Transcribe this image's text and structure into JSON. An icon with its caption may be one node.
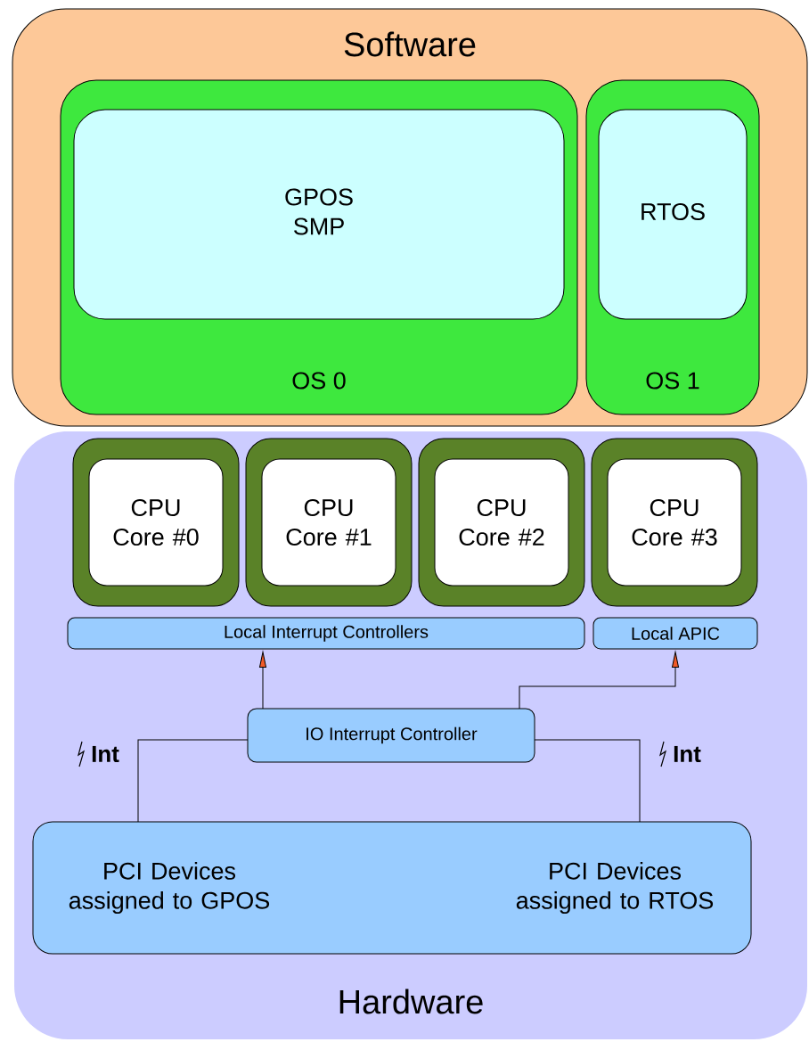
{
  "diagram": {
    "nodes": [
      {
        "text": [
          "Software"
        ]
      },
      {
        "text": [
          "OS 0"
        ],
        "in": 0
      },
      {
        "text": [
          "GPOS SMP"
        ],
        "in": 1
      },
      {
        "text": [
          "OS 1"
        ],
        "in": 0
      },
      {
        "text": [
          "RTOS"
        ],
        "in": 3
      },
      {
        "text": [
          "Hardware"
        ]
      },
      {
        "text": [
          "CPU Core #0"
        ],
        "in": 5
      },
      {
        "text": [
          "CPU Core #1"
        ],
        "in": 5
      },
      {
        "text": [
          "CPU Core #2"
        ],
        "in": 5
      },
      {
        "text": [
          "CPU Core #3"
        ],
        "in": 5
      },
      {
        "text": [
          "Local Interrupt Controllers"
        ],
        "in": 5
      },
      {
        "text": [
          "Local APIC"
        ],
        "in": 5
      },
      {
        "text": [
          "IO Interrupt Controller"
        ],
        "in": 5
      },
      {
        "text": [
          "PCI Devices assigned to GPOS",
          "PCI Devices assigned to RTOS"
        ],
        "in": 5
      }
    ],
    "edges": [
      {
        "from": 13,
        "to": 12,
        "arrow": "none",
        "label": "Int"
      },
      {
        "from": 13,
        "to": 12,
        "arrow": "none",
        "label": "Int"
      },
      {
        "from": 12,
        "to": 10,
        "arrow": "to"
      },
      {
        "from": 12,
        "to": 11,
        "arrow": "to"
      }
    ]
  }
}
